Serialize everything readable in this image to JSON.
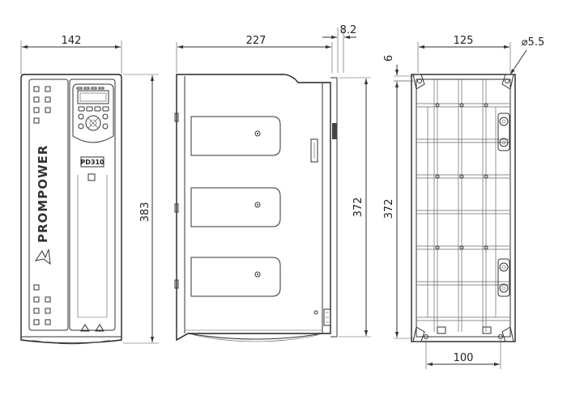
{
  "front_view": {
    "width_label": "142",
    "height_label": "383",
    "brand_label": "PROMPOWER",
    "model_label": "PD310"
  },
  "side_view": {
    "depth_label": "227",
    "offset_label": "8.2",
    "height_label": "372"
  },
  "back_view": {
    "width_label": "125",
    "hole_label": "⌀5.5",
    "top_offset_label": "6",
    "height_label": "372",
    "bottom_label": "100"
  }
}
